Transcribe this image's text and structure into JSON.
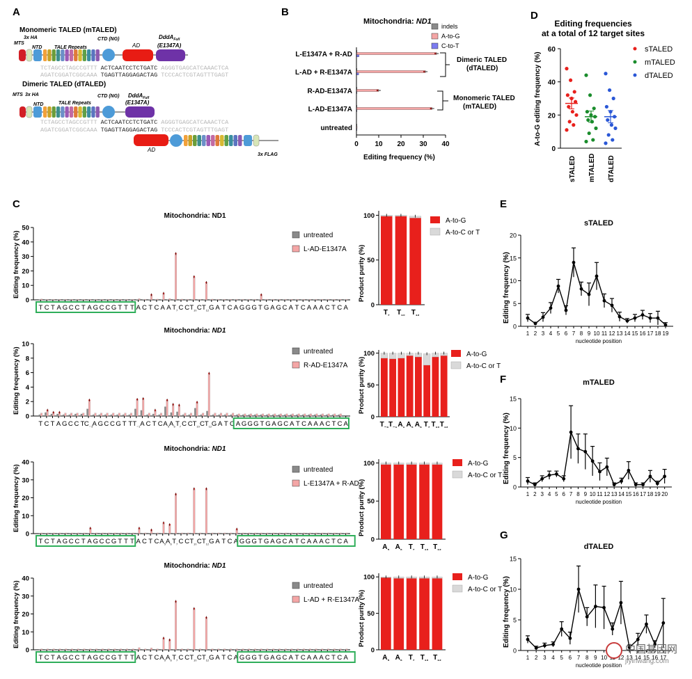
{
  "panels": {
    "A": {
      "label": "A",
      "mono": {
        "title": "Monomeric TALED (mTALED)",
        "mts": "MTS",
        "ha": "3x HA",
        "ntd": "NTD",
        "repeats": "TALE Repeats",
        "ctd": "CTD (NG)",
        "ad": "AD",
        "ddda": "DddA",
        "ddda_sub": "Full",
        "mut": "(E1347A)",
        "seq_top_grey": "TCTAGCCTAGCCGTTT",
        "seq_top_black": "ACTCAATCCTCTGATC",
        "seq_top_grey2": "AGGGTGAGCATCAAACTCA",
        "seq_bot_grey": "AGATCGGATCGGCAAA",
        "seq_bot_black": "TGAGTTAGGAGACTAG",
        "seq_bot_grey2": "TCCCACTCGTAGTTTGAGT"
      },
      "dimer": {
        "title": "Dimeric TALED (dTALED)",
        "mts": "MTS",
        "ha": "3x HA",
        "ntd": "NTD",
        "repeats": "TALE Repeats",
        "ctd": "CTD (NG)",
        "ddda": "DddA",
        "ddda_sub": "Full",
        "mut": "(E1347A)",
        "seq_top_grey": "TCTAGCCTAGCCGTTT",
        "seq_top_black": "ACTCAATCCTCTGATC",
        "seq_top_grey2": "AGGGTGAGCATCAAACTCA",
        "seq_bot_grey": "AGATCGGATCGGCAAA",
        "seq_bot_black": "TGAGTTAGGAGACTAG",
        "seq_bot_grey2": "TCCCACTCGTAGTTTGAGT",
        "ad": "AD",
        "flag": "3x FLAG"
      }
    },
    "B": {
      "label": "B",
      "title_prefix": "Mitochondria: ",
      "title_gene": "ND1",
      "legend": [
        "indels",
        "A-to-G",
        "C-to-T"
      ],
      "rows": [
        "L-E1347A + R-AD",
        "L-AD + R-E1347A",
        "R-AD-E1347A",
        "L-AD-E1347A",
        "untreated"
      ],
      "bracket1": [
        "Dimeric TALED",
        "(dTALED)"
      ],
      "bracket2": [
        "Monomeric TALED",
        "(mTALED)"
      ],
      "xlabel": "Editing frequency (%)",
      "xticks": [
        "0",
        "10",
        "20",
        "30",
        "40"
      ]
    },
    "D": {
      "label": "D",
      "title": [
        "Editing frequencies",
        "at a total of 12 target sites"
      ],
      "ylabel": "A-to-G editing frequency (%)",
      "yticks": [
        "0",
        "20",
        "40",
        "60"
      ],
      "groups": [
        "sTALED",
        "mTALED",
        "dTALED"
      ],
      "legend": [
        "sTALED",
        "mTALED",
        "dTALED"
      ]
    },
    "C": {
      "label": "C",
      "ylabel": "Editing frequency (%)",
      "purity_ylabel": "Product purity (%)",
      "purity_legend": [
        "A-to-G",
        "A-to-C or T"
      ],
      "legend": [
        "untreated"
      ],
      "charts": [
        {
          "title_prefix": "Mitochondria: ",
          "title_gene": "ND1",
          "gene_italic": false,
          "series": "L-AD-E1347A",
          "yticks": [
            "0",
            "10",
            "20",
            "30",
            "40",
            "50"
          ]
        },
        {
          "title_prefix": "Mitochondria: ",
          "title_gene": "ND1",
          "gene_italic": true,
          "series": "R-AD-E1347A",
          "yticks": [
            "0",
            "2",
            "4",
            "6",
            "8",
            "10"
          ]
        },
        {
          "title_prefix": "Mitochondria: ",
          "title_gene": "ND1",
          "gene_italic": true,
          "series": "L-E1347A + R-AD",
          "yticks": [
            "0",
            "10",
            "20",
            "30",
            "40"
          ]
        },
        {
          "title_prefix": "Mitochondria: ",
          "title_gene": "ND1",
          "gene_italic": true,
          "series": "L-AD + R-E1347A",
          "yticks": [
            "0",
            "10",
            "20",
            "30",
            "40"
          ]
        }
      ],
      "purity_ticks": [
        "0",
        "50",
        "100"
      ]
    },
    "E": {
      "label": "E",
      "title": "sTALED",
      "ylabel": "Editing frequency (%)",
      "xlabel": "nucleotide position",
      "yticks": [
        "0",
        "5",
        "10",
        "15",
        "20"
      ]
    },
    "F": {
      "label": "F",
      "title": "mTALED",
      "ylabel": "Editing frequency (%)",
      "xlabel": "nucleotide position",
      "yticks": [
        "0",
        "5",
        "10",
        "15"
      ]
    },
    "G": {
      "label": "G",
      "title": "dTALED",
      "ylabel": "Editing frequency (%)",
      "xlabel": "nucleotide position",
      "yticks": [
        "0",
        "5",
        "10",
        "15"
      ]
    }
  },
  "watermark": {
    "cn": "中国基因网",
    "url": "jiyinwang.com"
  },
  "colors": {
    "red": "#e8201c",
    "pink": "#f4a6a6",
    "grey": "#8a8a8a",
    "lightgrey": "#d9d9d9",
    "blue": "#7b7bf0",
    "green": "#1a8c2c",
    "dblue": "#2a57d6",
    "box": "#2fae5a"
  },
  "chart_data": [
    {
      "id": "B",
      "type": "bar",
      "categories": [
        "L-E1347A + R-AD",
        "L-AD + R-E1347A",
        "R-AD-E1347A",
        "L-AD-E1347A",
        "untreated"
      ],
      "series": [
        {
          "name": "indels",
          "values": [
            0.2,
            0.2,
            0.1,
            0.1,
            0.1
          ]
        },
        {
          "name": "A-to-G",
          "values": [
            36,
            31,
            10,
            34,
            0.3
          ]
        },
        {
          "name": "C-to-T",
          "values": [
            1.2,
            1.0,
            0.1,
            0.2,
            0.1
          ]
        }
      ],
      "xlabel": "Editing frequency (%)",
      "xlim": [
        0,
        40
      ]
    },
    {
      "id": "D",
      "type": "scatter",
      "categories": [
        "sTALED",
        "mTALED",
        "dTALED"
      ],
      "series": [
        {
          "name": "sTALED",
          "values": [
            48,
            41,
            34,
            32,
            30,
            28,
            25,
            22,
            20,
            16,
            14,
            11
          ],
          "mean": 27,
          "sem": 3.3
        },
        {
          "name": "mTALED",
          "values": [
            44,
            32,
            24,
            22,
            20,
            19,
            17,
            16,
            12,
            9,
            5,
            4
          ],
          "mean": 19,
          "sem": 3.4
        },
        {
          "name": "dTALED",
          "values": [
            45,
            35,
            30,
            25,
            22,
            19,
            17,
            14,
            12,
            8,
            5,
            3
          ],
          "mean": 19,
          "sem": 3.7
        }
      ],
      "ylabel": "A-to-G editing frequency (%)",
      "ylim": [
        0,
        60
      ]
    },
    {
      "id": "C1",
      "type": "bar",
      "ylim": [
        0,
        50
      ],
      "sequence": [
        "T",
        "C",
        "T",
        "A",
        "G",
        "C",
        "C",
        "T",
        "A",
        "G",
        "C",
        "C",
        "G",
        "T",
        "T",
        "T",
        "A",
        "C",
        "T",
        "C",
        "A",
        "A",
        "T",
        "C",
        "C",
        "T",
        "C",
        "T",
        "G",
        "A",
        "T",
        "C",
        "A",
        "G",
        "G",
        "G",
        "T",
        "G",
        "A",
        "G",
        "C",
        "A",
        "T",
        "C",
        "A",
        "A",
        "A",
        "C",
        "T",
        "C",
        "A"
      ],
      "seq_display": [
        "T",
        "C",
        "T",
        "A",
        "G",
        "C",
        "C",
        "T",
        "A",
        "G",
        "C",
        "C",
        "G",
        "T",
        "T",
        "T",
        "A",
        "C",
        "T",
        "C",
        "A",
        "A",
        "T₇",
        "C",
        "C",
        "T₁₀",
        "C",
        "T₁₂",
        "G",
        "A",
        "T",
        "C",
        "A",
        "G",
        "G",
        "G",
        "T",
        "G",
        "A",
        "G",
        "C",
        "A",
        "T",
        "C",
        "A",
        "A",
        "A",
        "C",
        "T",
        "C",
        "A"
      ],
      "treated": [
        0.6,
        0.4,
        0.4,
        0.4,
        0.4,
        0.4,
        0.4,
        0.4,
        0.4,
        0.4,
        0.4,
        0.4,
        0.4,
        0.4,
        0.4,
        0.4,
        0.8,
        0.4,
        3.5,
        0.5,
        4.5,
        0.8,
        32,
        0.5,
        0.4,
        16,
        0.4,
        12,
        0.5,
        0.4,
        0.4,
        0.4,
        0.4,
        0.4,
        0.4,
        0.4,
        3.5,
        0.4,
        0.4,
        0.4,
        0.4,
        0.4,
        0.4,
        0.4,
        0.4,
        0.4,
        0.4,
        0.4,
        0.4,
        0.4,
        0.4
      ],
      "untreated_level": 0.3,
      "box_left": [
        0,
        15
      ],
      "box_right": null
    },
    {
      "id": "C2",
      "type": "bar",
      "ylim": [
        0,
        10
      ],
      "seq_display": [
        "T",
        "C",
        "T",
        "A",
        "G",
        "C",
        "C",
        "T",
        "C₋₃",
        "A",
        "G",
        "C",
        "C",
        "G",
        "T",
        "T",
        "T₋₁",
        "A",
        "C",
        "T",
        "C",
        "A₅",
        "A₆",
        "T₇",
        "C",
        "C",
        "T₁₀",
        "C",
        "T₁₂",
        "G",
        "A",
        "T",
        "C",
        "A",
        "G",
        "G",
        "G",
        "T",
        "G",
        "A",
        "G",
        "C",
        "A",
        "T",
        "C",
        "A",
        "A",
        "A",
        "C",
        "T",
        "C",
        "A"
      ],
      "treated": [
        0.4,
        0.8,
        0.5,
        0.5,
        0.4,
        0.4,
        0.4,
        0.4,
        2.2,
        0.4,
        0.4,
        0.4,
        0.4,
        0.4,
        0.4,
        0.4,
        2.3,
        2.4,
        0.4,
        0.8,
        0.4,
        2.2,
        1.6,
        1.5,
        0.4,
        0.4,
        1.9,
        0.4,
        5.9,
        0.4,
        0.4,
        0.4,
        0.4,
        0.3,
        0.3,
        0.3,
        0.3,
        0.3,
        0.3,
        0.3,
        0.3,
        0.3,
        0.3,
        0.3,
        0.3,
        0.3,
        0.3,
        0.3,
        0.3,
        0.3,
        0.3
      ],
      "untreated": [
        0.2,
        0.5,
        0.3,
        0.3,
        0.2,
        0.2,
        0.3,
        0.3,
        1.0,
        0.2,
        0.2,
        0.2,
        0.2,
        0.2,
        0.2,
        0.2,
        1.0,
        0.8,
        0.2,
        0.3,
        0.2,
        1.3,
        0.5,
        0.6,
        0.2,
        0.2,
        1.1,
        0.2,
        0.7,
        0.2,
        0.2,
        0.2,
        0.2,
        0.2,
        0.2,
        0.2,
        0.2,
        0.2,
        0.2,
        0.2,
        0.2,
        0.2,
        0.2,
        0.2,
        0.2,
        0.2,
        0.2,
        0.2,
        0.2,
        0.2,
        0.2
      ],
      "box_left": null,
      "box_right": [
        33,
        51
      ]
    },
    {
      "id": "C3",
      "type": "bar",
      "ylim": [
        0,
        40
      ],
      "seq_display": [
        "T",
        "C",
        "T",
        "A",
        "G",
        "C",
        "C",
        "T",
        "A",
        "G",
        "C",
        "C",
        "G",
        "T",
        "T",
        "T",
        "A",
        "C",
        "T",
        "C",
        "A₅",
        "A₆",
        "T₇",
        "C",
        "C",
        "T₁₀",
        "C",
        "T₁₂",
        "G",
        "A",
        "T",
        "C",
        "A",
        "G",
        "G",
        "G",
        "T",
        "G",
        "A",
        "G",
        "C",
        "A",
        "T",
        "C",
        "A",
        "A",
        "A",
        "C",
        "T",
        "C",
        "A"
      ],
      "treated": [
        0.4,
        0.4,
        0.4,
        0.4,
        0.4,
        0.4,
        0.4,
        0.4,
        3,
        0.4,
        0.4,
        0.4,
        0.4,
        0.4,
        0.4,
        0.4,
        3,
        0.4,
        2,
        0.4,
        6,
        5,
        22,
        0.4,
        0.4,
        25,
        0.4,
        25,
        0.4,
        0.4,
        0.4,
        0.4,
        2.5,
        0.4,
        0.4,
        0.4,
        0.4,
        0.4,
        0.4,
        0.4,
        0.4,
        0.4,
        0.4,
        0.4,
        0.4,
        0.4,
        0.4,
        0.4,
        0.4,
        0.4,
        0.4
      ],
      "box_left": [
        0,
        15
      ],
      "box_right": [
        33,
        51
      ]
    },
    {
      "id": "C4",
      "type": "bar",
      "ylim": [
        0,
        40
      ],
      "seq_display": [
        "T",
        "C",
        "T",
        "A",
        "G",
        "C",
        "C",
        "T",
        "A",
        "G",
        "C",
        "C",
        "G",
        "T",
        "T",
        "T",
        "A",
        "C",
        "T",
        "C",
        "A₅",
        "A₆",
        "T₇",
        "C",
        "C",
        "T₁₀",
        "C",
        "T₁₂",
        "G",
        "A",
        "T",
        "C",
        "A",
        "G",
        "G",
        "G",
        "T",
        "G",
        "A",
        "G",
        "C",
        "A",
        "T",
        "C",
        "A",
        "A",
        "A",
        "C",
        "T",
        "C",
        "A"
      ],
      "treated": [
        0.5,
        0.5,
        0.5,
        0.5,
        0.5,
        0.5,
        0.5,
        0.5,
        0.5,
        0.5,
        0.5,
        0.5,
        0.5,
        0.5,
        0.5,
        0.5,
        1.2,
        0.5,
        1,
        0.5,
        6.5,
        5.5,
        27,
        0.5,
        0.5,
        23,
        0.5,
        18,
        0.5,
        0.5,
        0.5,
        0.5,
        0.5,
        0.5,
        0.5,
        0.5,
        0.5,
        0.5,
        0.5,
        0.5,
        0.5,
        0.5,
        0.5,
        0.5,
        0.5,
        0.5,
        0.5,
        0.5,
        0.5,
        0.5,
        0.5
      ],
      "box_left": [
        0,
        15
      ],
      "box_right": [
        33,
        51
      ]
    },
    {
      "id": "P1",
      "type": "bar",
      "categories": [
        "T₇",
        "T₁₀",
        "T₁₂"
      ],
      "series": [
        {
          "name": "A-to-G",
          "values": [
            99,
            99,
            97
          ]
        },
        {
          "name": "A-to-C or T",
          "values": [
            1,
            1,
            2
          ]
        }
      ],
      "ylim": [
        0,
        100
      ]
    },
    {
      "id": "P2",
      "type": "bar",
      "categories": [
        "T₋₃",
        "T₋₁",
        "A₁",
        "A₅",
        "A₆",
        "T₇",
        "T₁₀",
        "T₁₂"
      ],
      "series": [
        {
          "name": "A-to-G",
          "values": [
            92,
            91,
            92,
            96,
            94,
            81,
            94,
            96
          ]
        },
        {
          "name": "A-to-C or T",
          "values": [
            8,
            9,
            8,
            4,
            6,
            18,
            6,
            4
          ]
        }
      ],
      "ylim": [
        0,
        100
      ]
    },
    {
      "id": "P3",
      "type": "bar",
      "categories": [
        "A₅",
        "A₆",
        "T₇",
        "T₁₀",
        "T₁₂"
      ],
      "series": [
        {
          "name": "A-to-G",
          "values": [
            98,
            98,
            98,
            98,
            98
          ]
        },
        {
          "name": "A-to-C or T",
          "values": [
            2,
            2,
            2,
            2,
            2
          ]
        }
      ],
      "ylim": [
        0,
        100
      ]
    },
    {
      "id": "P4",
      "type": "bar",
      "categories": [
        "A₅",
        "A₆",
        "T₇",
        "T₁₀",
        "T₁₂"
      ],
      "series": [
        {
          "name": "A-to-G",
          "values": [
            99,
            98,
            98,
            98,
            98
          ]
        },
        {
          "name": "A-to-C or T",
          "values": [
            1,
            2,
            2,
            2,
            2
          ]
        }
      ],
      "ylim": [
        0,
        100
      ]
    },
    {
      "id": "E",
      "type": "line",
      "x": [
        1,
        2,
        3,
        4,
        5,
        6,
        7,
        8,
        9,
        10,
        11,
        12,
        13,
        14,
        15,
        16,
        17,
        18,
        19
      ],
      "values": [
        1.8,
        0.6,
        2,
        4,
        8.8,
        3.5,
        14,
        8.2,
        7,
        11,
        5.6,
        4.6,
        2.1,
        1.2,
        1.8,
        2.5,
        1.8,
        1.8,
        0.3
      ],
      "errors": [
        0.8,
        0.3,
        1,
        1.2,
        1.5,
        1,
        3.2,
        1.5,
        2.5,
        3,
        1.5,
        1.5,
        1,
        0.5,
        0.8,
        1,
        1,
        1.5,
        0.5
      ],
      "ylim": [
        0,
        20
      ]
    },
    {
      "id": "F",
      "type": "line",
      "x": [
        1,
        2,
        3,
        4,
        5,
        6,
        7,
        8,
        9,
        10,
        11,
        12,
        13,
        14,
        15,
        16,
        17,
        18,
        19,
        20
      ],
      "values": [
        1,
        0.4,
        1.4,
        2,
        2.2,
        1.4,
        9.3,
        6.5,
        6,
        4.4,
        2.6,
        3.4,
        0.4,
        1,
        2.8,
        0.4,
        0.4,
        1.8,
        0.6,
        1.8
      ],
      "errors": [
        0.6,
        0.3,
        0.5,
        0.7,
        0.5,
        0.5,
        4.5,
        2.5,
        3,
        2.5,
        1.5,
        1.5,
        0.3,
        0.5,
        1.5,
        0.3,
        0.3,
        1,
        0.4,
        1.2
      ],
      "ylim": [
        0,
        15
      ]
    },
    {
      "id": "G",
      "type": "line",
      "x": [
        1,
        2,
        3,
        4,
        5,
        6,
        7,
        8,
        9,
        10,
        11,
        12,
        13,
        14,
        15,
        16,
        17
      ],
      "values": [
        1.8,
        0.4,
        0.8,
        1,
        3.5,
        2,
        10,
        5.5,
        7.2,
        7,
        3.5,
        7.8,
        0.5,
        1.8,
        4.3,
        1,
        4.5
      ],
      "errors": [
        0.6,
        0.3,
        0.4,
        0.4,
        1.2,
        1,
        3.8,
        1.5,
        3.5,
        3.5,
        1,
        3.5,
        0.4,
        1,
        1.5,
        0.6,
        4
      ],
      "ylim": [
        0,
        15
      ]
    }
  ]
}
